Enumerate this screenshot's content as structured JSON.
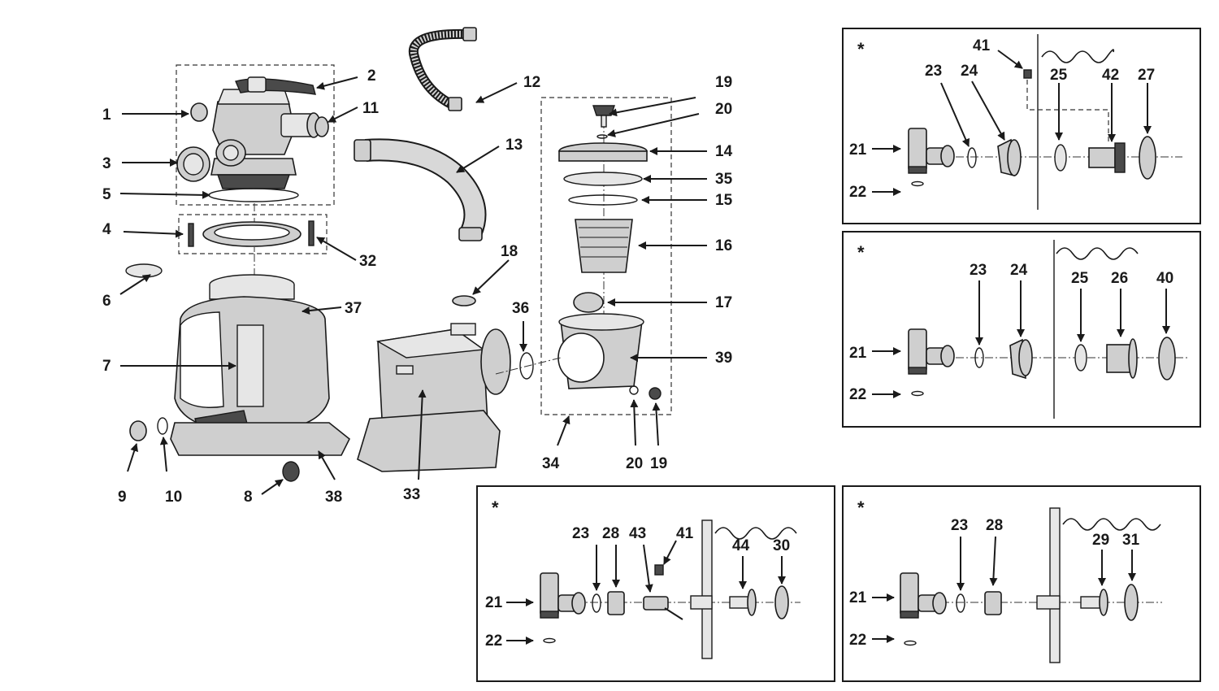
{
  "diagram": {
    "main_labels": [
      "1",
      "2",
      "3",
      "4",
      "5",
      "6",
      "7",
      "8",
      "9",
      "10",
      "11",
      "12",
      "13",
      "14",
      "15",
      "16",
      "17",
      "18",
      "19",
      "20",
      "32",
      "33",
      "34",
      "35",
      "36",
      "37",
      "38",
      "39"
    ],
    "callout_star": "*",
    "panel_a": [
      "41",
      "23",
      "24",
      "25",
      "42",
      "27",
      "21",
      "22"
    ],
    "panel_b": [
      "23",
      "24",
      "25",
      "26",
      "40",
      "21",
      "22"
    ],
    "panel_c": [
      "23",
      "28",
      "43",
      "41",
      "44",
      "30",
      "21",
      "22"
    ],
    "panel_d": [
      "23",
      "28",
      "29",
      "31",
      "21",
      "22"
    ]
  }
}
